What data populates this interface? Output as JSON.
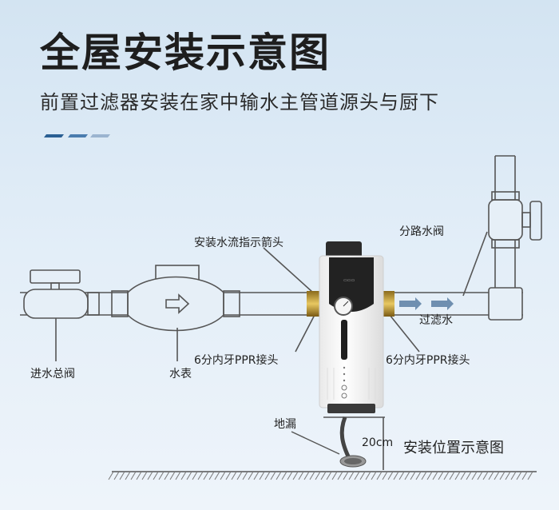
{
  "header": {
    "title": "全屋安装示意图",
    "subtitle": "前置过滤器安装在家中输水主管道源头与厨下"
  },
  "labels": {
    "flow_arrow": "安装水流指示箭头",
    "branch_valve": "分路水阀",
    "filtered_water": "过滤水",
    "ppr_left": "6分内牙PPR接头",
    "ppr_right": "6分内牙PPR接头",
    "main_valve": "进水总阀",
    "water_meter": "水表",
    "floor_drain": "地漏",
    "height": "20cm",
    "install_position": "安装位置示意图"
  },
  "colors": {
    "accent_dark": "#2a5f93",
    "accent_mid": "#4a7cae",
    "accent_light": "#9bb4cf",
    "brass": "#c9a23a"
  }
}
